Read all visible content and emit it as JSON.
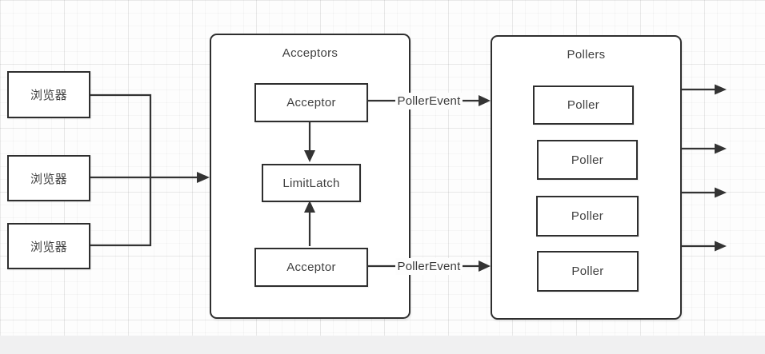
{
  "canvas": {
    "clients": [
      {
        "label": "浏览器"
      },
      {
        "label": "浏览器"
      },
      {
        "label": "浏览器"
      }
    ],
    "acceptors_group": {
      "title": "Acceptors",
      "acceptor_top": "Acceptor",
      "limit_latch": "LimitLatch",
      "acceptor_bottom": "Acceptor"
    },
    "pollers_group": {
      "title": "Pollers",
      "pollers": [
        "Poller",
        "Poller",
        "Poller",
        "Poller"
      ]
    },
    "edge_labels": {
      "top": "PollerEvent",
      "bottom": "PollerEvent"
    },
    "colors": {
      "stroke": "#333333",
      "text": "#404040",
      "node_fill": "#ffffff",
      "canvas_bg": "#fdfdfd",
      "bottom_band": "#f0f0f1"
    }
  }
}
